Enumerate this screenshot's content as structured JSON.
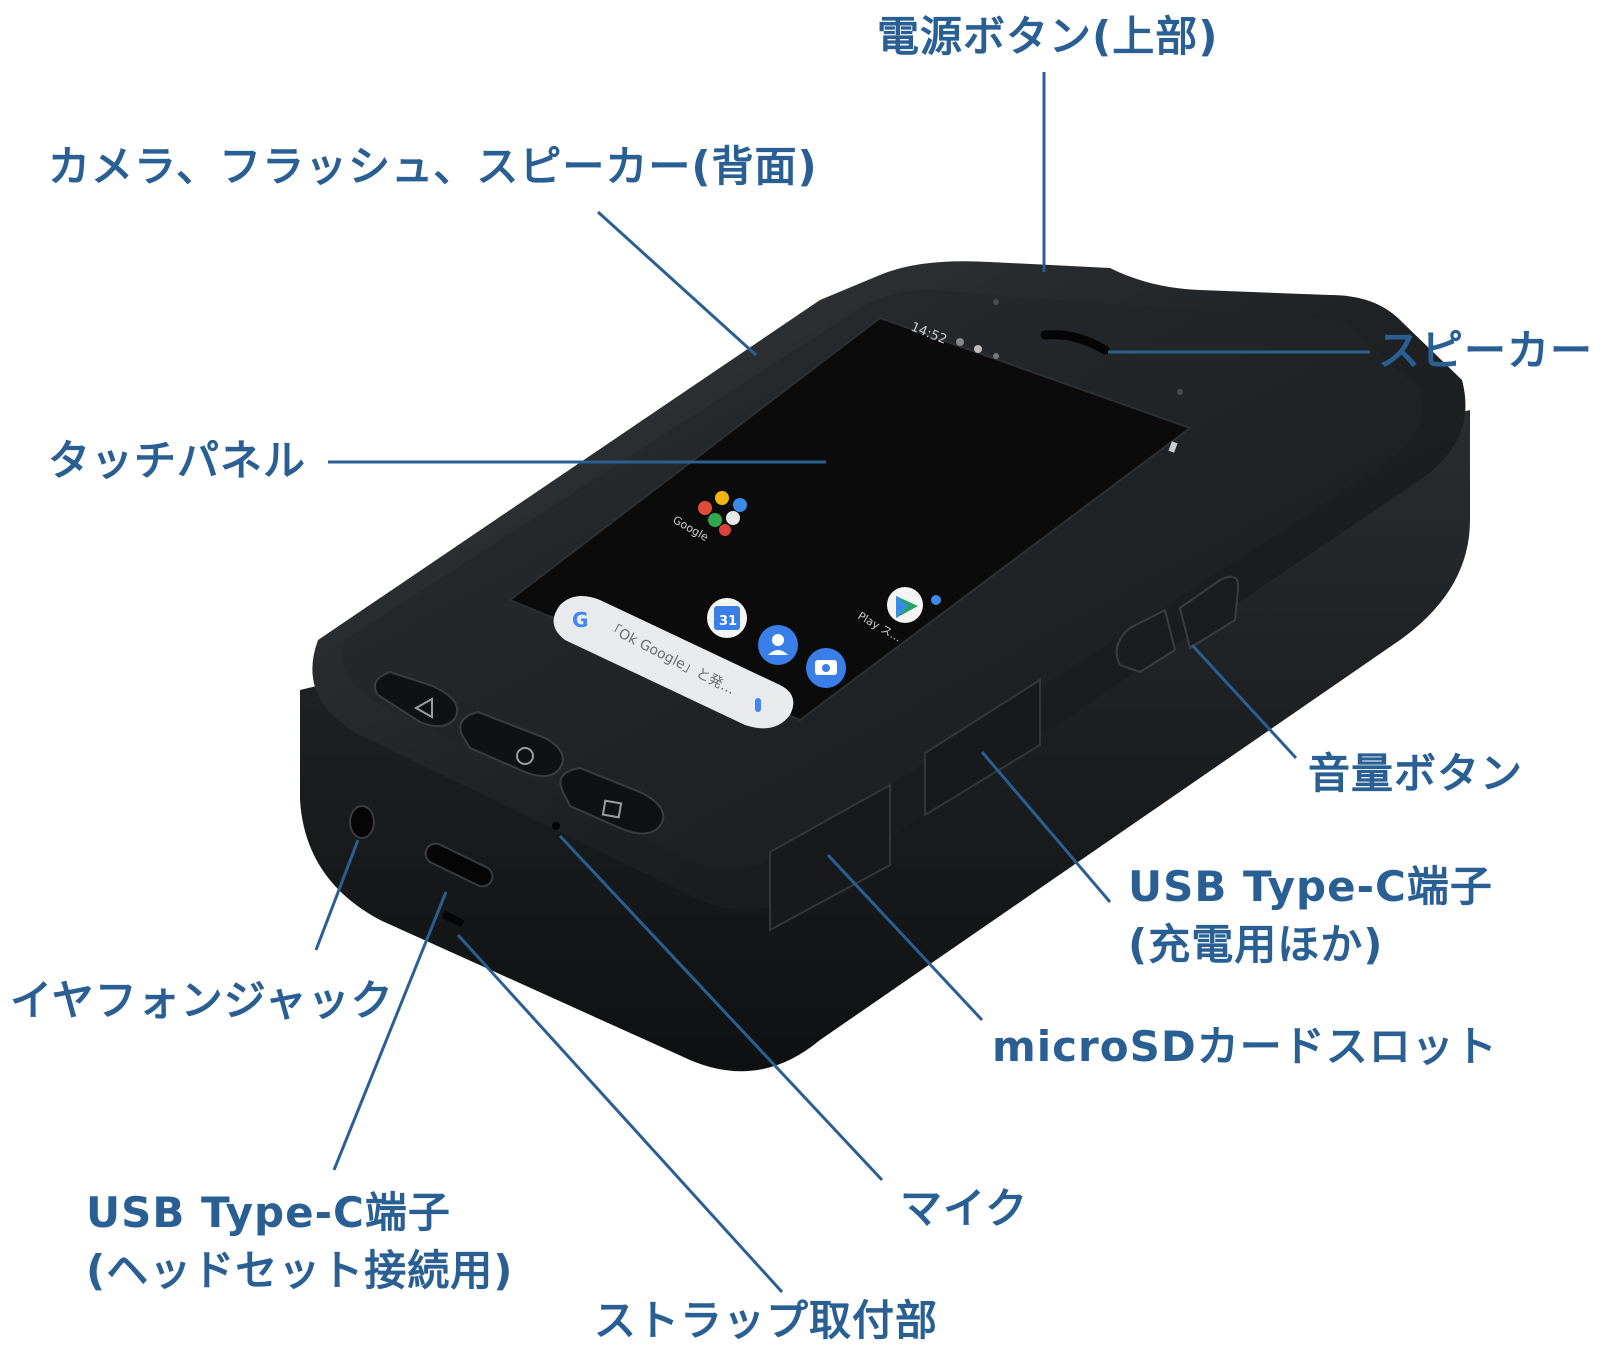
{
  "colors": {
    "label": "#2a5f94",
    "leader": "#2a5f94",
    "body": "#1f2224",
    "screen": "#0b0b0c"
  },
  "labels": {
    "power": "電源ボタン(上部)",
    "camera": "カメラ、フラッシュ、スピーカー(背面)",
    "speaker": "スピーカー",
    "touch": "タッチパネル",
    "volume": "音量ボタン",
    "usbc_charge_1": "USB Type-C端子",
    "usbc_charge_2": "(充電用ほか)",
    "microsd": "microSDカードスロット",
    "earphone": "イヤフォンジャック",
    "mic": "マイク",
    "usbc_headset_1": "USB Type-C端子",
    "usbc_headset_2": "(ヘッドセット接続用)",
    "strap": "ストラップ取付部"
  },
  "screen": {
    "time": "14:52",
    "app_google": "Google",
    "app_play": "Play ス...",
    "search_hint": "「Ok Google」と発...",
    "calendar_day": "31"
  }
}
